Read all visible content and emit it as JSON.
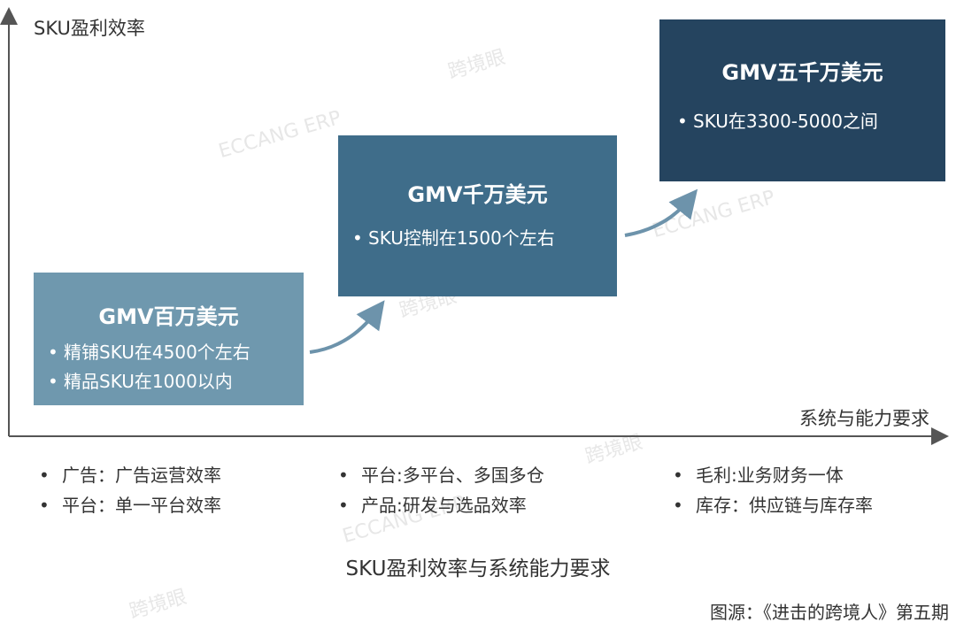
{
  "axes": {
    "y_label": "SKU盈利效率",
    "x_label": "系统与能力要求"
  },
  "stages": [
    {
      "title": "GMV百万美元",
      "bullets": [
        "精铺SKU在4500个左右",
        "精品SKU在1000以内"
      ],
      "color": "#6f98ae"
    },
    {
      "title": "GMV千万美元",
      "bullets": [
        "SKU控制在1500个左右"
      ],
      "color": "#3f6d8a"
    },
    {
      "title": "GMV五千万美元",
      "bullets": [
        "SKU在3300-5000之间"
      ],
      "color": "#25445f"
    }
  ],
  "requirements": [
    [
      "广告：广告运营效率",
      "平台：单一平台效率"
    ],
    [
      "平台:多平台、多国多仓",
      "产品:研发与选品效率"
    ],
    [
      "毛利:业务财务一体",
      "库存：供应链与库存率"
    ]
  ],
  "caption": "SKU盈利效率与系统能力要求",
  "source": "图源：《进击的跨境人》第五期",
  "watermarks": [
    "跨境眼",
    "ECCANG ERP"
  ],
  "colors": {
    "arrow": "#6d93ab",
    "axis": "#555555"
  }
}
